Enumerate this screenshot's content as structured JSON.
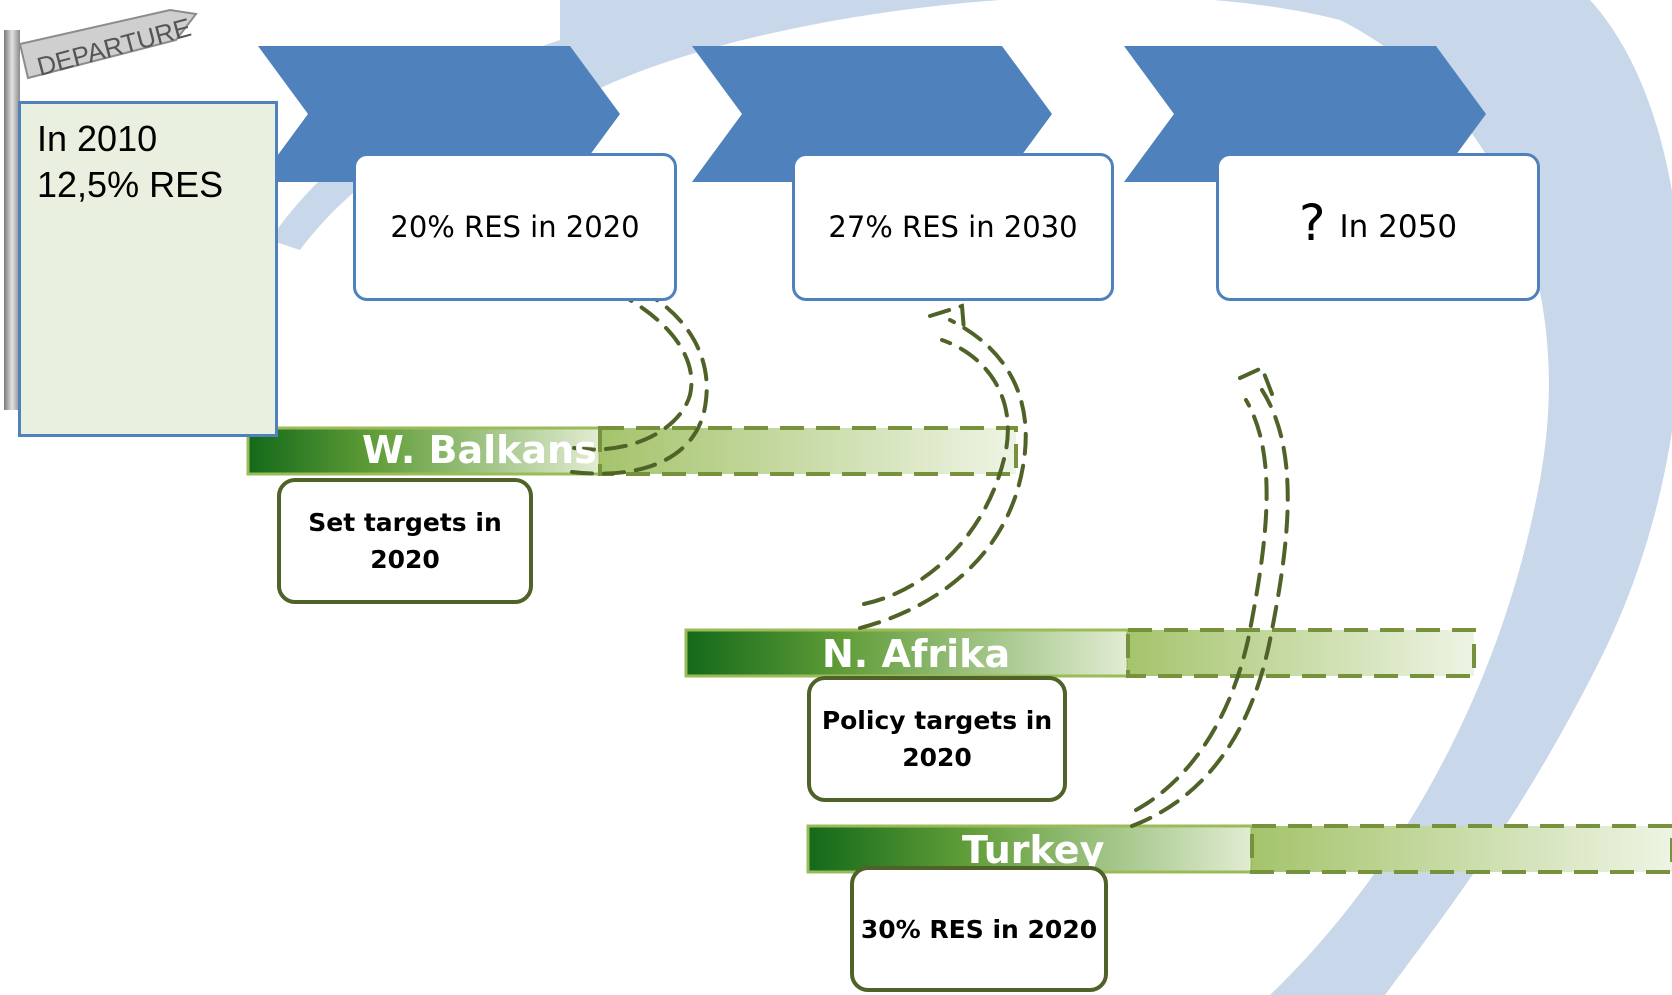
{
  "signpost": {
    "text": "DEPARTURE"
  },
  "start": {
    "line1": "In 2010",
    "line2": "12,5% RES"
  },
  "milestones": [
    {
      "label": "20% RES in 2020"
    },
    {
      "label": "27% RES in 2030"
    },
    {
      "qmark": "?",
      "label": "In 2050"
    }
  ],
  "regions": [
    {
      "name": "W. Balkans",
      "note": "Set targets in 2020"
    },
    {
      "name": "N. Afrika",
      "note": "Policy targets in 2020"
    },
    {
      "name": "Turkey",
      "note": "30% RES in 2020"
    }
  ],
  "colors": {
    "chevron": "#4f81bd",
    "swoosh": "#c8d7ea",
    "bar_dark": "#1e7a1e",
    "bar_light": "#9bbb59",
    "outline": "#4f6228"
  }
}
